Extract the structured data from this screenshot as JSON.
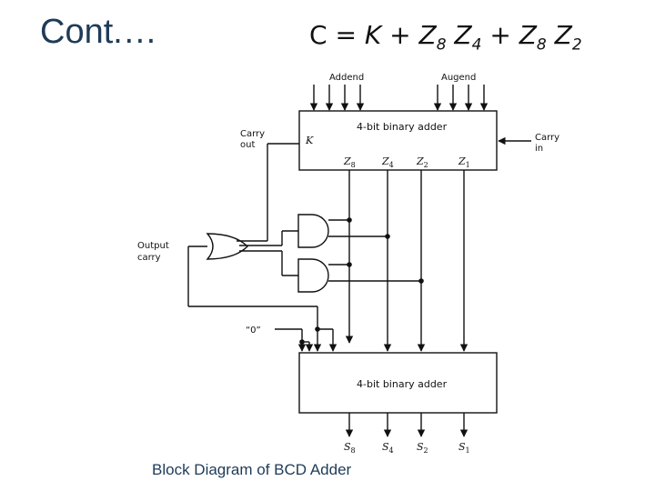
{
  "title": "Cont.…",
  "equation": {
    "c": "C",
    "eq": "=",
    "k": "K",
    "plus": "+",
    "z": "Z",
    "s8": "8",
    "s4": "4",
    "s2": "2"
  },
  "diagram": {
    "addend": "Addend",
    "augend": "Augend",
    "top_adder": "4-bit binary adder",
    "bottom_adder": "4-bit binary adder",
    "carry_out_1": "Carry",
    "carry_out_2": "out",
    "carry_in_1": "Carry",
    "carry_in_2": "in",
    "output_carry_1": "Output",
    "output_carry_2": "carry",
    "zero": "“0”",
    "k": "K",
    "z_letter": "Z",
    "s_letter": "S",
    "subs": [
      "8",
      "4",
      "2",
      "1"
    ]
  },
  "caption": "Block Diagram of BCD Adder"
}
